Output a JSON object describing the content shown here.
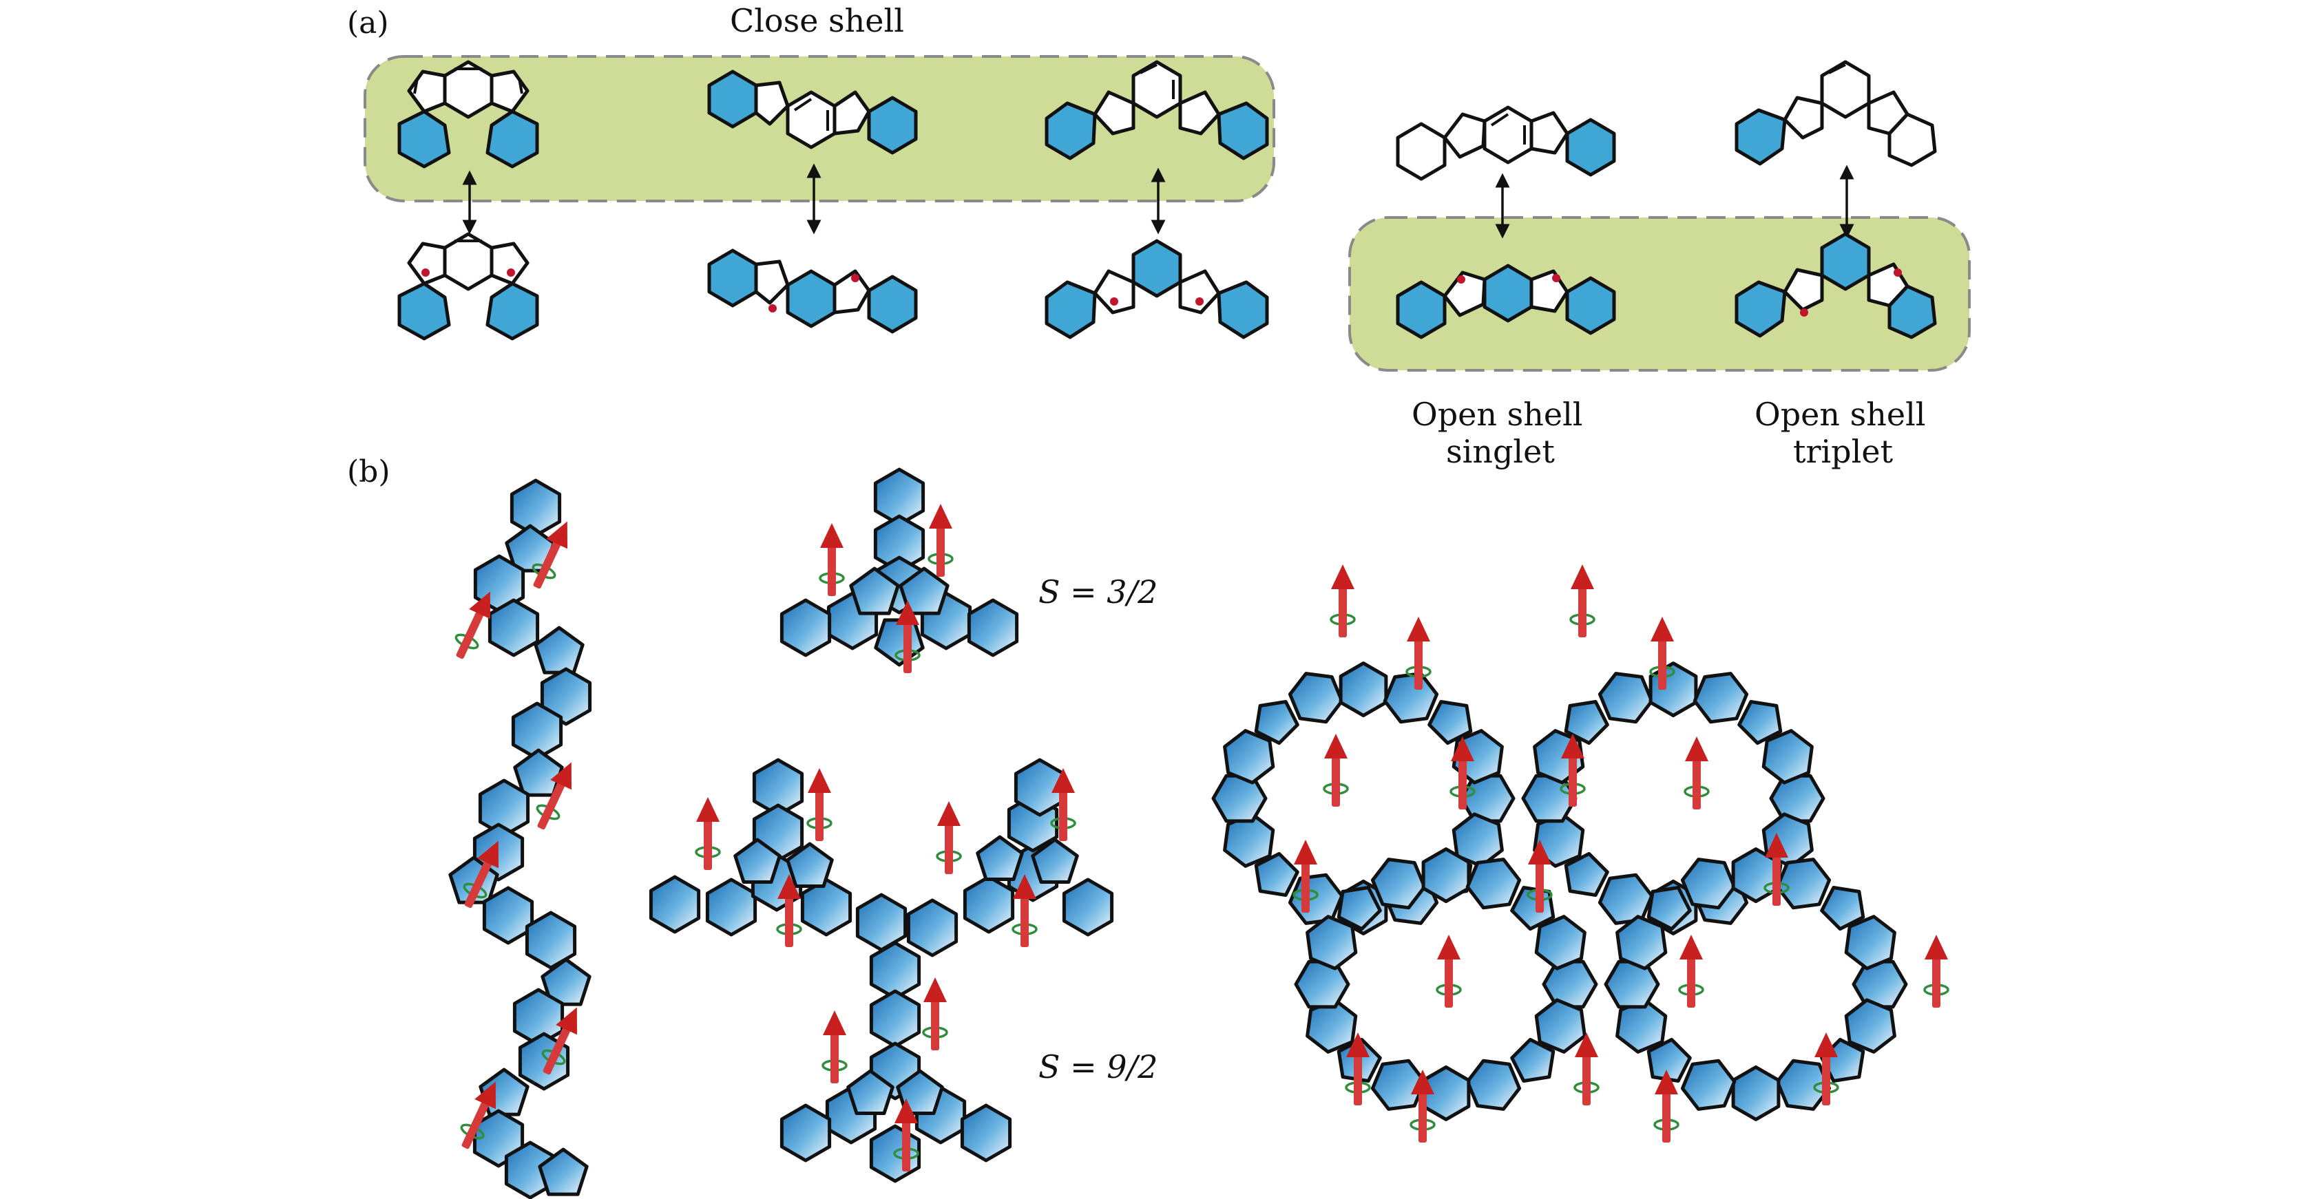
{
  "figure": {
    "panel_a_label": "(a)",
    "panel_b_label": "(b)",
    "close_shell_title": "Close shell",
    "open_shell_singlet_caption": [
      "Open shell",
      "singlet"
    ],
    "open_shell_triplet_caption": [
      "Open shell",
      "triplet"
    ],
    "spin_small": "S = 3/2",
    "spin_large": "S = 9/2"
  },
  "colors": {
    "aromatic_ring": "#3fa6d6",
    "highlight_fill": "#cfdc98",
    "highlight_border": "#8a8a8a",
    "radical_dot": "#c0152a",
    "spin_arrow": "#c8201f",
    "spin_orbit_ring": "#2f8e3d"
  },
  "molecules_a": [
    {
      "name": "fluoreno-fluorene-closed-1",
      "state": "closed-shell"
    },
    {
      "name": "indenofluorene-closed-2",
      "state": "closed-shell"
    },
    {
      "name": "indenofluorene-closed-3",
      "state": "closed-shell"
    },
    {
      "name": "diradical-1",
      "state": "open-shell"
    },
    {
      "name": "diradical-2",
      "state": "open-shell"
    },
    {
      "name": "diradical-3",
      "state": "open-shell"
    },
    {
      "name": "singlet-closed",
      "state": "closed-shell"
    },
    {
      "name": "triplet-closed",
      "state": "closed-shell"
    },
    {
      "name": "singlet-open",
      "state": "open-shell-singlet"
    },
    {
      "name": "triplet-open",
      "state": "open-shell-triplet"
    }
  ],
  "structures_b": [
    {
      "name": "linear-chain"
    },
    {
      "name": "triangulene-unit"
    },
    {
      "name": "star-oligomer"
    },
    {
      "name": "honeycomb-network"
    }
  ]
}
